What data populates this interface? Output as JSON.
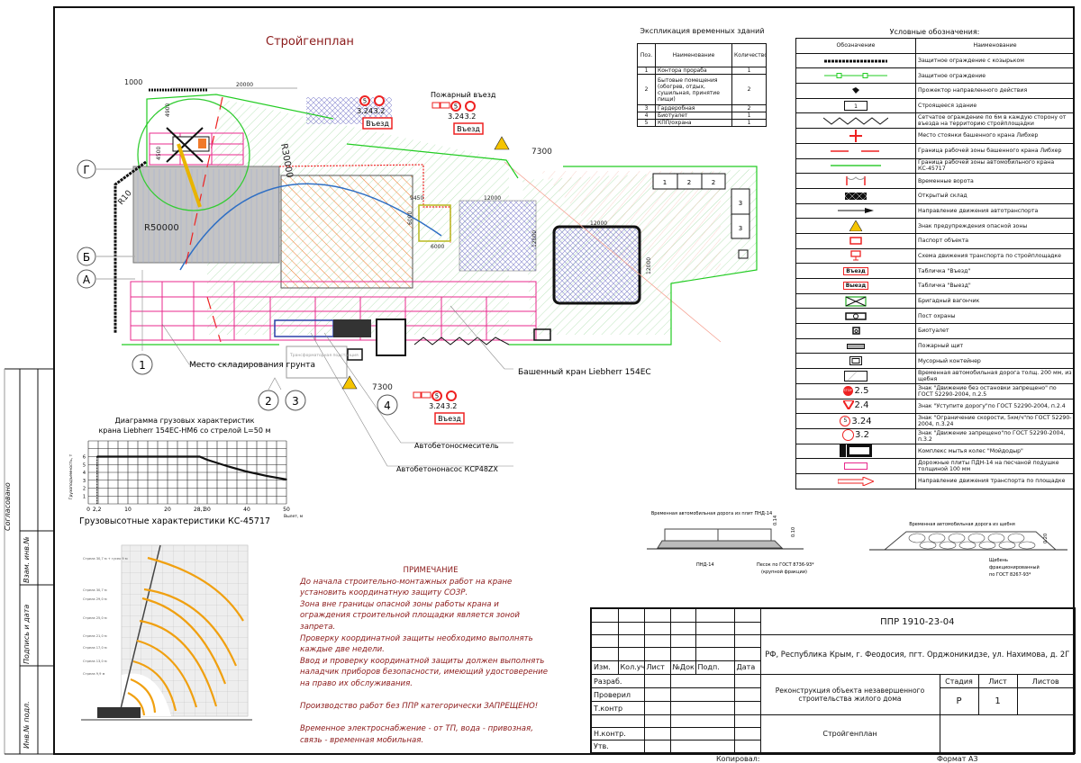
{
  "plan": {
    "title": "Стройгенплан",
    "fire_entry": "Пожарный въезд",
    "axes": {
      "g": "Г",
      "b": "Б",
      "a": "А",
      "n1": "1",
      "n2": "2",
      "n3": "3",
      "n4": "4"
    },
    "dims": {
      "d1000": "1000",
      "d20000": "20000",
      "d4900": "4900",
      "d4500": "4500",
      "r10": "R10",
      "r50000": "R50000",
      "r30000": "R30000",
      "d9450": "9450",
      "d12000a": "12000",
      "d12000b": "12000",
      "d12000c": "12000",
      "d6000": "6000",
      "d12000d": "12000",
      "d7300a": "7300",
      "d7300b": "7300",
      "d6000b": "6000"
    },
    "signs": {
      "speed": "5",
      "s324": "3.24",
      "s32": "3.2",
      "entry": "Въезд"
    },
    "buildings": [
      "1",
      "2",
      "2",
      "3",
      "3"
    ],
    "labels": {
      "soil": "Место складирования грунта",
      "crane": "Башенный кран Liebherr 154EC",
      "mixer": "Автобетоносмеситель",
      "pump": "Автобетононасос КСР48ZX",
      "substation": "Трансформаторная подстанция"
    }
  },
  "explication": {
    "title": "Экспликация временных зданий",
    "headers": [
      "Поз.",
      "Наименование",
      "Количество"
    ],
    "rows": [
      {
        "pos": "1",
        "name": "Контора прораба",
        "qty": "1"
      },
      {
        "pos": "2",
        "name": "Бытовые помещения (обогрев, отдых, сушильная, принятие пищи)",
        "qty": "2"
      },
      {
        "pos": "3",
        "name": "Гардеробная",
        "qty": "2"
      },
      {
        "pos": "4",
        "name": "Биотуалет",
        "qty": "1"
      },
      {
        "pos": "5",
        "name": "КПП/охрана",
        "qty": "1"
      }
    ]
  },
  "legend": {
    "title": "Условные обозначения:",
    "headers": [
      "Обозначение",
      "Наименование"
    ],
    "items": [
      "Защитное ограждение с козырьком",
      "Защитное ограждение",
      "Прожектор направленного действия",
      "Строящееся здание",
      "Сетчатое ограждение по 6м в каждую сторону от въезда на территорию стройплощадки",
      "Место стоянки башенного крана Либхер",
      "Граница рабочей зоны башенного крана Либхер",
      "Граница рабочей зоны автомобильного крана КС-45717",
      "Временные ворота",
      "Открытый склад",
      "Направление движения автотранспорта",
      "Знак предупреждения опасной зоны",
      "Паспорт объекта",
      "Схема движения транспорта по стройплощадке",
      "Табличка \"Въезд\"",
      "Табличка \"Выезд\"",
      "Бригадный вагончик",
      "Пост охраны",
      "Биотуалет",
      "Пожарный щит",
      "Мусорный контейнер",
      "Временная автомобильная дорога толщ. 200 мм, из щебня",
      "Знак \"Движение без остановки запрещено\" по ГОСТ 52290-2004, п.2.5",
      "Знак \"Уступите дорогу\"по ГОСТ 52290-2004, п.2.4",
      "Знак \"Ограничение скорости, 5км/ч\"по ГОСТ 52290-2004, п.3.24",
      "Знак \"Движение запрещено\"по ГОСТ 52290-2004, п.3.2",
      "Комплекс мытья колес \"Мойдодыр\"",
      "Дорожные плиты ПДН-14 на песчаной подушке толщиной 100 мм",
      "Направление движения транспорта по площадке"
    ],
    "sym_text": {
      "building": "1",
      "entry": "Въезд",
      "exit": "Выезд",
      "stop": "STOP",
      "s25": "2.5",
      "s24": "2.4",
      "s324": "3.24",
      "s32": "3.2",
      "speed": "5"
    }
  },
  "notes": {
    "title": "ПРИМЕЧАНИЕ",
    "lines": [
      "До начала строительно-монтажных работ на кране",
      "установить координатную защиту СОЗР.",
      "Зона вне границы опасной зоны работы крана и",
      "ограждения строительной площадки является зоной",
      "запрета.",
      "Проверку координатной защиты необходимо выполнять",
      "каждые две недели.",
      "Ввод и проверку координатной защиты должен выполнять",
      "наладчик приборов безопасности, имеющий удостоверение",
      "на право их обслуживания.",
      "",
      "Производство работ без ППР категорически ЗАПРЕЩЕНО!",
      "",
      "Временное электроснабжение - от ТП, вода - привозная,",
      "связь - временная мобильная."
    ]
  },
  "chart_data": {
    "type": "line",
    "title": "Диаграмма грузовых характеристик",
    "subtitle": "крана Liebherr 154EC-HM6 со стрелой L=50 м",
    "xlabel": "Вылет, м",
    "ylabel": "Грузоподъемность, т",
    "x": [
      2.2,
      28.1,
      30,
      35,
      40,
      45,
      50
    ],
    "y": [
      6,
      6,
      5.6,
      4.8,
      4.1,
      3.55,
      3.1
    ],
    "xlim": [
      0,
      50
    ],
    "ylim": [
      0,
      8
    ],
    "xticks": [
      "0",
      "2,2",
      "10",
      "20",
      "28,1",
      "30",
      "40",
      "50"
    ],
    "xtick_values": [
      0,
      2.2,
      10,
      20,
      28.1,
      30,
      40,
      50
    ],
    "yticks": [
      "1",
      "2",
      "3",
      "4",
      "5",
      "6"
    ],
    "grid": true
  },
  "kc_chart": {
    "title": "Грузовысотные характеристики КС-45717",
    "booms": [
      "Стрела 30,7 м + гусек 9 м",
      "Стрела 30,7 м",
      "Стрела 29,0 м",
      "Стрела 25,0 м",
      "Стрела 21,0 м",
      "Стрела 17,0 м",
      "Стрела 13,0 м",
      "Стрела 9,9 м"
    ]
  },
  "road_sections": {
    "plates_title": "Временная автомобильная дорога из плит ПНД-14",
    "plates_dim1": "0.14",
    "plates_dim2": "0.10",
    "plates_label": "ПНД-14",
    "sand_label": "Песок по ГОСТ 8736-93*",
    "sand_sub": "(крупной фракции)",
    "gravel_title": "Временная автомобильная дорога из щебня",
    "gravel_dim": "0.20",
    "gravel_label": [
      "Щебень",
      "фракционированный",
      "по ГОСТ 8267-93*"
    ]
  },
  "title_block": {
    "code": "ППР 1910-23-04",
    "address": "РФ, Республика Крым, г. Феодосия, пгт. Орджоникидзе, ул. Нахимова, д. 2Г",
    "cols": [
      "Изм.",
      "Кол.уч",
      "Лист",
      "№Док",
      "Подп.",
      "Дата"
    ],
    "roles": [
      "Разраб.",
      "Проверил",
      "Т.контр",
      "",
      "Н.контр.",
      "Утв."
    ],
    "object": "Реконструкция объекта незавершенного строительства жилого дома",
    "stage_h": "Стадия",
    "sheet_h": "Лист",
    "sheets_h": "Листов",
    "stage": "Р",
    "sheet": "1",
    "sheets": "",
    "drawing": "Стройгенплан",
    "copied": "Копировал:",
    "format": "Формат А3"
  },
  "side_stamp": {
    "agreed": "Согласовано",
    "inv_replace": "Взам. инв.№",
    "sign_date": "Подпись и дата",
    "inv_orig": "Инв.№ подл."
  }
}
